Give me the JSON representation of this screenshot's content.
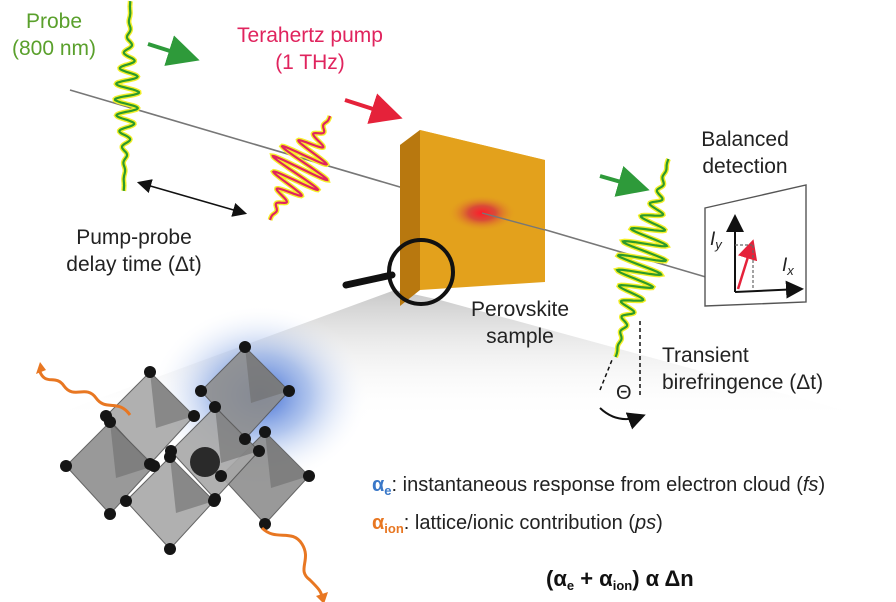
{
  "labels": {
    "probe_line1": "Probe",
    "probe_line2": "(800 nm)",
    "pump_line1": "Terahertz pump",
    "pump_line2": "(1 THz)",
    "delay_line1": "Pump-probe",
    "delay_line2": "delay time (Δt)",
    "sample_line1": "Perovskite",
    "sample_line2": "sample",
    "detection_line1": "Balanced",
    "detection_line2": "detection",
    "birefringence_line1": "Transient",
    "birefringence_line2": "birefringence (Δt)",
    "theta": "Θ",
    "iy": "I",
    "iy_sub": "y",
    "ix": "I",
    "ix_sub": "x"
  },
  "legend": {
    "ae_symbol": "α",
    "ae_sub": "e",
    "ae_text": ": instantaneous response from electron cloud (",
    "ae_unit": "fs",
    "ae_close": ")",
    "aion_symbol": "α",
    "aion_sub": "ion",
    "aion_text": ": lattice/ionic contribution (",
    "aion_unit": "ps",
    "aion_close": ")"
  },
  "formula": {
    "open": "(α",
    "sub_e": "e",
    "plus": " + α",
    "sub_ion": "ion",
    "rest": ") α Δn"
  },
  "colors": {
    "probe": "#5aa02c",
    "pump": "#e0245e",
    "sample": "#e3a11c",
    "electron": "#3a78c8",
    "ion": "#e87722"
  }
}
